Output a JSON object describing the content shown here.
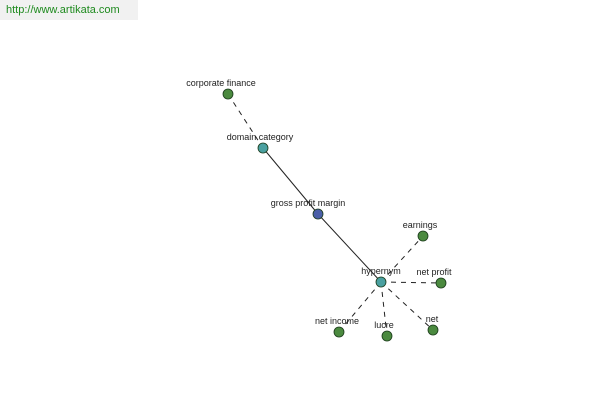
{
  "header": {
    "url_text": "http://www.artikata.com"
  },
  "colors": {
    "leaf_node": "#4b8a3f",
    "link_node": "#4aa0a0",
    "root_node": "#4a5fa8",
    "edge": "#222222"
  },
  "graph": {
    "nodes": [
      {
        "id": "corporate-finance",
        "label": "corporate finance",
        "kind": "leaf"
      },
      {
        "id": "domain-category",
        "label": "domain category",
        "kind": "link"
      },
      {
        "id": "gross-profit-margin",
        "label": "gross profit margin",
        "kind": "root"
      },
      {
        "id": "hypernym",
        "label": "hypernym",
        "kind": "link"
      },
      {
        "id": "earnings",
        "label": "earnings",
        "kind": "leaf"
      },
      {
        "id": "net-profit",
        "label": "net profit",
        "kind": "leaf"
      },
      {
        "id": "net-income",
        "label": "net income",
        "kind": "leaf"
      },
      {
        "id": "lucre",
        "label": "lucre",
        "kind": "leaf"
      },
      {
        "id": "net",
        "label": "net",
        "kind": "leaf"
      }
    ],
    "edges": [
      {
        "from": "corporate-finance",
        "to": "domain-category",
        "style": "dashed"
      },
      {
        "from": "domain-category",
        "to": "gross-profit-margin",
        "style": "solid"
      },
      {
        "from": "gross-profit-margin",
        "to": "hypernym",
        "style": "solid"
      },
      {
        "from": "hypernym",
        "to": "earnings",
        "style": "dashed"
      },
      {
        "from": "hypernym",
        "to": "net-profit",
        "style": "dashed"
      },
      {
        "from": "hypernym",
        "to": "net-income",
        "style": "dashed"
      },
      {
        "from": "hypernym",
        "to": "lucre",
        "style": "dashed"
      },
      {
        "from": "hypernym",
        "to": "net",
        "style": "dashed"
      }
    ]
  }
}
